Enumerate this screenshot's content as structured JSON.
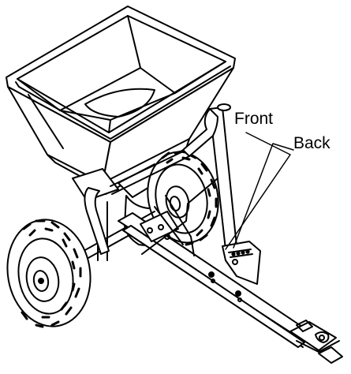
{
  "diagram": {
    "callouts": [
      {
        "id": "front",
        "label": "Front"
      },
      {
        "id": "back",
        "label": "Back"
      }
    ],
    "colors": {
      "line": "#000000",
      "fill": "#ffffff",
      "shade": "#d9d9d9"
    }
  }
}
